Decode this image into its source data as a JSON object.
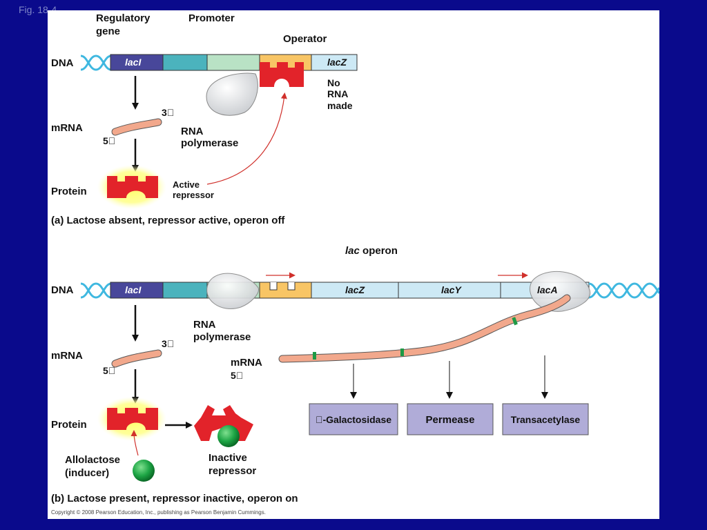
{
  "slide_label": "Fig. 18-4",
  "panel_a": {
    "label_regulatory_gene_line1": "Regulatory",
    "label_regulatory_gene_line2": "gene",
    "label_promoter": "Promoter",
    "label_operator": "Operator",
    "label_dna": "DNA",
    "gene_lacI": "lacI",
    "gene_lacZ": "lacZ",
    "no_rna_line1": "No",
    "no_rna_line2": "RNA",
    "no_rna_line3": "made",
    "label_mrna": "mRNA",
    "mrna_3": "3\u0000",
    "mrna_5": "5\u0000",
    "rna_pol_line1": "RNA",
    "rna_pol_line2": "polymerase",
    "label_protein": "Protein",
    "active_repressor_line1": "Active",
    "active_repressor_line2": "repressor",
    "caption": "(a) Lactose absent, repressor active, operon off"
  },
  "panel_b": {
    "lac_operon_italic": "lac",
    "lac_operon_rest": " operon",
    "label_dna": "DNA",
    "gene_lacI": "lacI",
    "gene_lacZ": "lacZ",
    "gene_lacY": "lacY",
    "gene_lacA": "lacA",
    "rna_pol_line1": "RNA",
    "rna_pol_line2": "polymerase",
    "label_mrna": "mRNA",
    "mrna_3": "3\u0000",
    "mrna_5": "5\u0000",
    "long_mrna_label": "mRNA",
    "long_mrna_5": "5\u0000",
    "label_protein": "Protein",
    "enzyme_1": "\u0000-Galactosidase",
    "enzyme_2": "Permease",
    "enzyme_3": "Transacetylase",
    "allolactose_line1": "Allolactose",
    "allolactose_line2": "(inducer)",
    "inactive_repressor_line1": "Inactive",
    "inactive_repressor_line2": "repressor",
    "caption": "(b) Lactose present, repressor inactive, operon on"
  },
  "copyright": "Copyright © 2008 Pearson Education, Inc., publishing as Pearson Benjamin Cummings.",
  "colors": {
    "background": "#0a0a8c",
    "lacI": "#48479a",
    "promoter_teal": "#4bb3bd",
    "promoter_green": "#b9e2c5",
    "operator": "#f8c565",
    "lac_genes": "#cde9f5",
    "repressor": "#e2232a",
    "mrna": "#f2a88c",
    "enzyme_box": "#b0acd8",
    "helix": "#3fb8e0",
    "inducer": "#1da545"
  }
}
